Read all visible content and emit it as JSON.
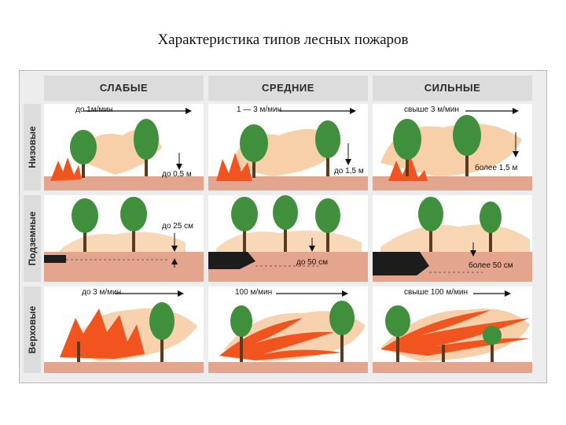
{
  "title": "Характеристика типов лесных пожаров",
  "columns": [
    "СЛАБЫЕ",
    "СРЕДНИЕ",
    "СИЛЬНЫЕ"
  ],
  "rows": [
    "Низовые",
    "Подземные",
    "Верховые"
  ],
  "cells": {
    "ground": [
      {
        "speed": "до 1м/мин",
        "height": "до 0,5 м"
      },
      {
        "speed": "1 — 3 м/мин",
        "height": "до 1,5 м"
      },
      {
        "speed": "свыше 3 м/мин",
        "height": "более 1,5 м"
      }
    ],
    "underground": [
      {
        "depth": "до 25 см"
      },
      {
        "depth": "до 50 см"
      },
      {
        "depth": "более 50 см"
      }
    ],
    "crown": [
      {
        "speed": "до 3 м/мин"
      },
      {
        "speed": "100 м/мин"
      },
      {
        "speed": "свыше 100 м/мин"
      }
    ]
  },
  "colors": {
    "soil": "#e4a58f",
    "smoke": "#f6c79a",
    "flame": "#f2541f",
    "foliage": "#3f8f3c",
    "burnt": "#1c1c1c"
  }
}
